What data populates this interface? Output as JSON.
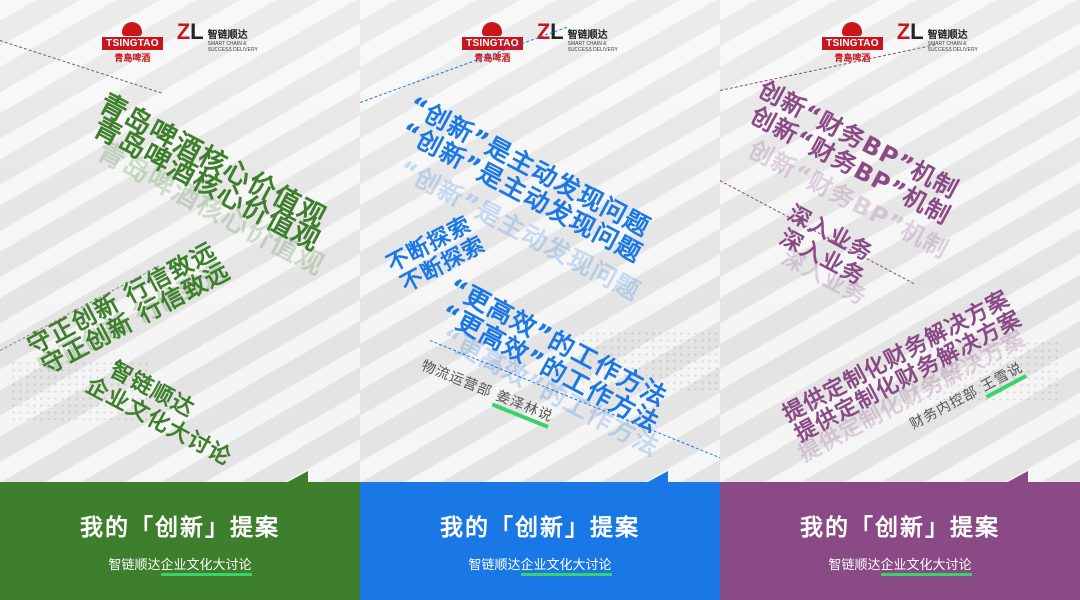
{
  "brand": {
    "tsingtao_word": "TSINGTAO",
    "tsingtao_cn": "青島啤酒",
    "zl_mark_z": "Z",
    "zl_mark_l": "L",
    "zl_cn": "智链顺达",
    "zl_en_1": "SMART CHAIN &",
    "zl_en_2": "SUCCESS DELIVERY"
  },
  "colors": {
    "green": "#3e7f2d",
    "blue": "#1a78e6",
    "purple": "#8a4a86",
    "highlight": "#38d46a"
  },
  "footer": {
    "title": "我的「创新」提案",
    "sub_prefix": "智链顺达",
    "sub_highlight": "企业文化大讨论"
  },
  "panels": [
    {
      "lines": [
        "青岛啤酒核心价值观",
        "守正创新  行信致远",
        "智链顺达",
        "企业文化大讨论"
      ]
    },
    {
      "lines": [
        "“创新”是主动发现问题",
        "不断探索",
        "“更高效”的工作方法"
      ],
      "author_dept": "物流运营部",
      "author_name": "姜泽林说"
    },
    {
      "lines": [
        "创新“财务BP”机制",
        "深入业务",
        "提供定制化财务解决方案"
      ],
      "author_dept": "财务内控部",
      "author_name": "王雪说"
    }
  ]
}
